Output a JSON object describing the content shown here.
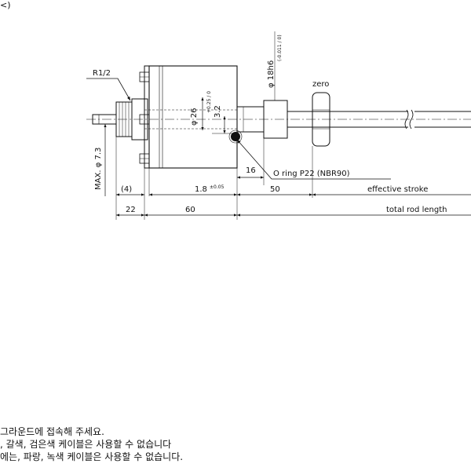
{
  "corner_mark": "<)",
  "labels": {
    "thread": "R1/2",
    "shaft_diameter": "φ 18h6",
    "shaft_tol": "(-0.011 / 0)",
    "zero": "zero",
    "body_diameter": "φ 26",
    "offset": "3.2",
    "offset_tol": "+0.25 / 0",
    "max_dia": "MAX. φ 7.3",
    "oring": "O ring P22 (NBR90)",
    "effective_stroke": "effective stroke",
    "total_rod_length": "total rod length"
  },
  "dimensions": {
    "d4": "(4)",
    "d1_8": "1.8",
    "d1_8_tol": "±0.05",
    "d16": "16",
    "d50": "50",
    "d22": "22",
    "d60": "60"
  },
  "notes": [
    "그라운드에 접속해 주세요.",
    ", 갈색, 검은색 케이블은 사용할 수 없습니다",
    "에는, 파랑, 녹색 케이블은 사용할 수 없습니다."
  ]
}
